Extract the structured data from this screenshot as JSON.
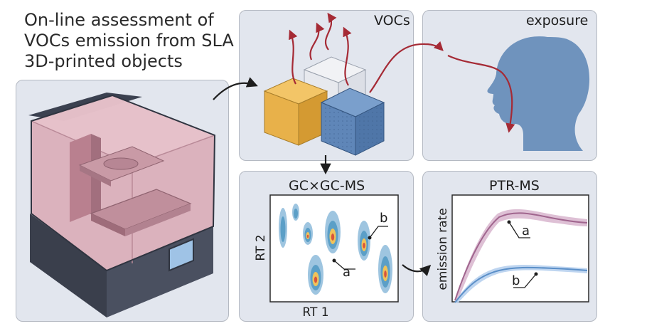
{
  "diagram": {
    "title_lines": [
      "On-line assessment of",
      "VOCs emission from SLA",
      "3D-printed objects"
    ],
    "panel_labels": {
      "vocs": "VOCs",
      "exposure": "exposure",
      "gcgc": "GC×GC-MS",
      "ptr": "PTR-MS"
    },
    "gc_axes": {
      "x": "RT 1",
      "y": "RT 2"
    },
    "ptr_axes": {
      "y": "emission rate"
    },
    "marks": {
      "a": "a",
      "b": "b"
    },
    "colors": {
      "panel_bg": "#e2e6ee",
      "printer_body": "#3b4150",
      "printer_lid": "#d9a8b4",
      "cube_yellow": "#e8b14a",
      "cube_blue": "#5f86b8",
      "head_blue": "#6f93bd",
      "arrow_red": "#a52a35",
      "curve_a": "#a0658e",
      "curve_b": "#5b8fc8"
    }
  }
}
